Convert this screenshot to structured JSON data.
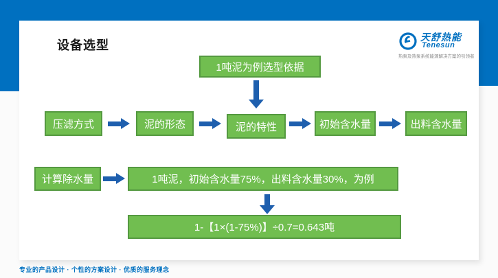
{
  "slide": {
    "title": "设备选型",
    "footer": "专业的产品设计 · 个性的方案设计 · 优质的服务理念"
  },
  "logo": {
    "name_cn": "天舒热能",
    "name_en": "Tenesun",
    "tagline": "热泵及热泵系统能源解决方案的引领者"
  },
  "flowchart": {
    "top_box": "1吨泥为例选型依据",
    "row_boxes": [
      "压滤方式",
      "泥的形态",
      "泥的特性",
      "初始含水量",
      "出料含水量"
    ],
    "calc_box": "计算除水量",
    "example_box": "1吨泥，初始含水量75%，出料含水量30%，为例",
    "formula_box": "1-【1×(1-75%)】÷0.7=0.643吨"
  },
  "colors": {
    "frame_blue": "#0070c0",
    "box_green_fill": "#71be50",
    "box_green_border": "#549940",
    "arrow_blue": "#1e5fae",
    "footer_blue": "#0070c0"
  }
}
